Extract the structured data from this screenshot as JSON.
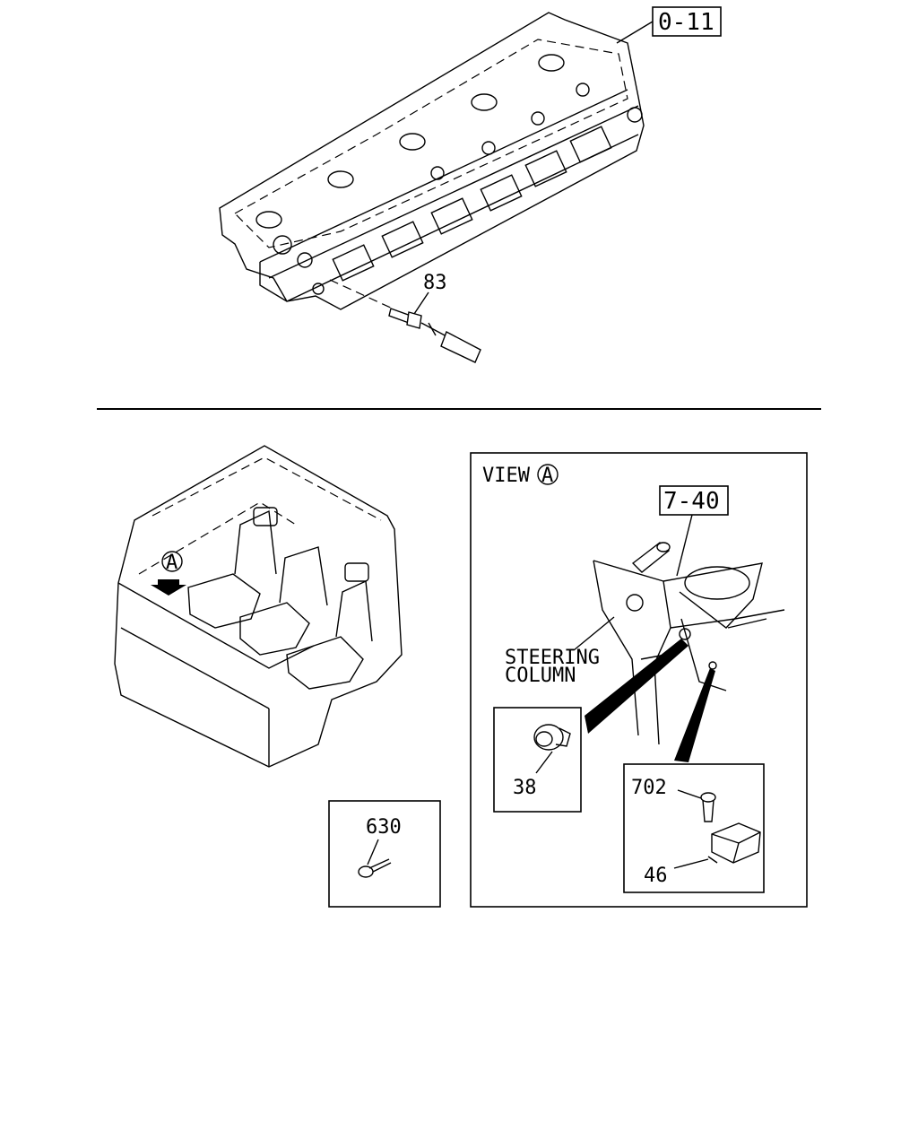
{
  "refs": {
    "cylinder_head_ref": "0-11",
    "steering_ref": "7-40"
  },
  "parts": {
    "p83": "83",
    "p38": "38",
    "p630": "630",
    "p702": "702",
    "p46": "46"
  },
  "view": {
    "title": "VIEW",
    "marker": "A"
  },
  "cab": {
    "marker": "A"
  },
  "labels": {
    "steering_line1": "STEERING",
    "steering_line2": "COLUMN"
  }
}
